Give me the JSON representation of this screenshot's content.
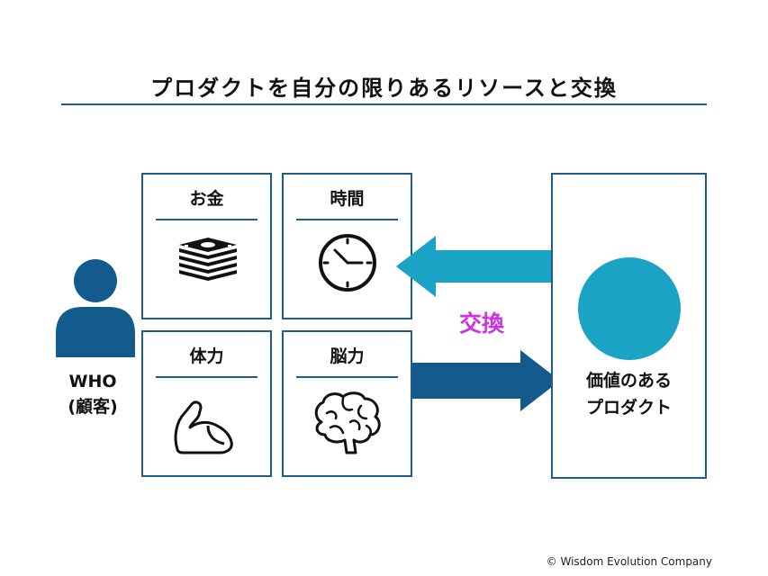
{
  "title": "プロダクトを自分の限りあるリソースと交換",
  "resources": {
    "money": {
      "label": "お金",
      "icon": "money-stack-icon"
    },
    "time": {
      "label": "時間",
      "icon": "clock-icon"
    },
    "body": {
      "label": "体力",
      "icon": "flexed-arm-icon"
    },
    "brain": {
      "label": "脳力",
      "icon": "brain-icon"
    }
  },
  "who": {
    "line1": "WHO",
    "line2": "(顧客)",
    "icon": "person-icon"
  },
  "exchange_label": "交換",
  "product": {
    "line1": "価値のある",
    "line2": "プロダクト"
  },
  "colors": {
    "navy": "#1f5d8c",
    "arrow_to_product": "#135b8c",
    "arrow_to_customer": "#1ba3c6",
    "accent_text": "#cc33e0"
  },
  "footer": "© Wisdom Evolution Company"
}
